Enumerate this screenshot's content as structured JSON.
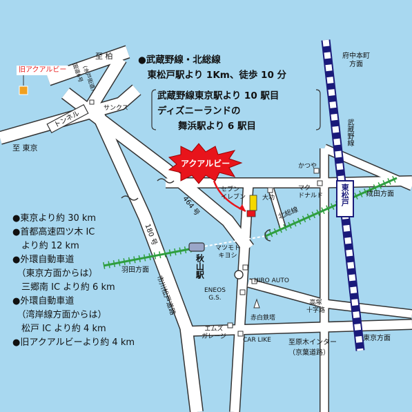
{
  "map": {
    "destinations": {
      "kashiwa": "至 柏",
      "tokyo": "至 東京",
      "fuchu_honmachi": "府中本町\n方面",
      "narita": "成田方面",
      "haneda": "羽田方面",
      "tokyo_direction": "東京方面"
    },
    "old_store_label": "旧アクアルビー",
    "store_label": "アクアルビー",
    "access": {
      "line1": "●武蔵野線・北総線",
      "line2": "　東松戸駅より 1Km、徒歩 10 分",
      "line3": "武蔵野線東京駅より 10 駅目",
      "line4": "ディズニーランドの",
      "line5": "舞浜駅より 6 駅目"
    },
    "distances": [
      "●東京より約 30 km",
      "●首都高速四ツ木 IC",
      "　より約 12 km",
      "●外環自動車道",
      "　（東京方面からは）",
      "　三郷南 IC より約 6 km",
      "●外環自動車道",
      "　（湾岸線方面からは）",
      "　松戸 IC より約 4 km",
      "●旧アクアルビーより約 4 km"
    ],
    "roads": {
      "route6": "国道6号",
      "route6_sub": "(水戸街道)",
      "tunnel": "トンネル",
      "route464": "464 号",
      "route180": "180 号",
      "ichikawa_road": "市川松戸道路"
    },
    "rail": {
      "musashino": "武蔵野線",
      "hokuso": "北総線",
      "higashi_matsudo": "東松戸",
      "akiyama": "秋山駅"
    },
    "landmarks": {
      "sunkus": "サンクス",
      "seven_eleven": "セブン\nイレブン",
      "daiki": "大功",
      "katsuya": "かつや",
      "mcdonalds": "マク\nドナルド",
      "matsumoto_kiyoshi": "マツモト\nキヨシ",
      "hiro_auto": "HIRO AUTO",
      "eneos": "ENEOS\nG.S.",
      "akaji_tekko": "赤白鉄塔",
      "takatsuka": "高塚\n十字路",
      "ms_garage": "エムズ\nガレージ",
      "car_like": "CAR LIKE",
      "shiwarakugi_ic": "至原木インター",
      "keiyo_road": "（京葉道路）"
    },
    "colors": {
      "background": "#a8d8f0",
      "road": "#ffffff",
      "road_outline": "#333333",
      "rail_blue": "#1a1a7a",
      "rail_green": "#2e9e3e",
      "star": "#e8141b",
      "seven_eleven_yellow": "#f5d800",
      "old_store_box": "#f0a020",
      "old_store_text": "#e82020"
    }
  }
}
